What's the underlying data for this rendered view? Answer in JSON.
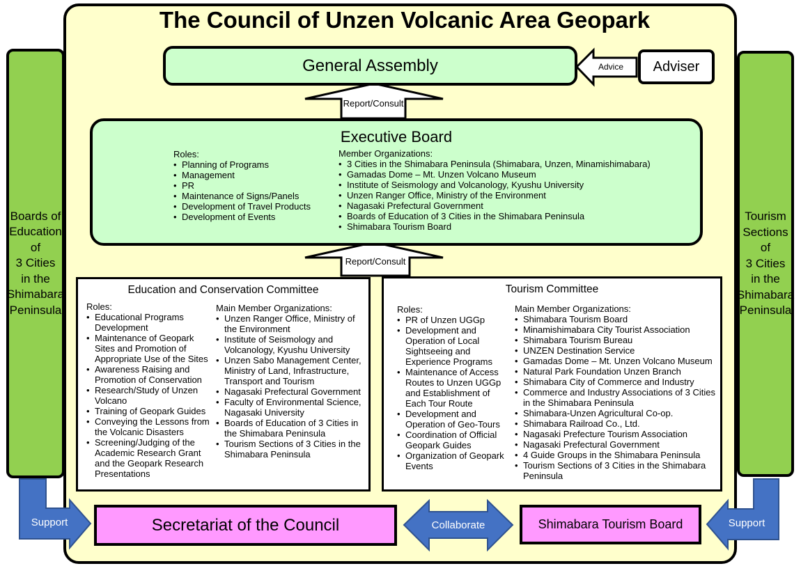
{
  "title": "The Council of Unzen Volcanic Area Geopark",
  "general_assembly": "General Assembly",
  "adviser": "Adviser",
  "advice": "Advice",
  "report_consult_1": "Report/Consult",
  "report_consult_2": "Report/Consult",
  "executive_board": {
    "title": "Executive Board",
    "roles_heading": "Roles:",
    "roles": [
      "Planning of Programs",
      "Management",
      "PR",
      "Maintenance of Signs/Panels",
      "Development of Travel Products",
      "Development of Events"
    ],
    "members_heading": "Member Organizations:",
    "members": [
      "3 Cities in the Shimabara Peninsula (Shimabara, Unzen, Minamishimabara)",
      "Gamadas Dome – Mt. Unzen Volcano Museum",
      "Institute of Seismology and Volcanology, Kyushu University",
      "Unzen Ranger Office, Ministry of the Environment",
      "Nagasaki Prefectural Government",
      "Boards of Education of 3 Cities in the Shimabara Peninsula",
      "Shimabara Tourism Board"
    ]
  },
  "left_side": "Boards of\nEducation\nof\n3 Cities\nin the\nShimabara\nPeninsula",
  "right_side": "Tourism\nSections\nof\n3 Cities\nin the\nShimabara\nPeninsula",
  "education_committee": {
    "title": "Education and Conservation Committee",
    "roles_heading": "Roles:",
    "roles": [
      "Educational Programs Development",
      "Maintenance of Geopark Sites and Promotion of Appropriate Use of the Sites",
      "Awareness Raising and Promotion of Conservation",
      "Research/Study of Unzen Volcano",
      "Training of Geopark Guides",
      "Conveying the Lessons from the Volcanic Disasters",
      "Screening/Judging of the Academic Research Grant and the Geopark Research Presentations"
    ],
    "members_heading": "Main Member Organizations:",
    "members": [
      "Unzen Ranger Office, Ministry of the Environment",
      "Institute of Seismology and Volcanology, Kyushu University",
      "Unzen Sabo Management Center, Ministry of Land, Infrastructure, Transport and Tourism",
      "Nagasaki Prefectural Government",
      "Faculty of Environmental Science, Nagasaki University",
      "Boards of Education of 3 Cities in the Shimabara Peninsula",
      "Tourism Sections of 3 Cities in the Shimabara Peninsula"
    ]
  },
  "tourism_committee": {
    "title": "Tourism Committee",
    "roles_heading": "Roles:",
    "roles": [
      "PR of Unzen UGGp",
      "Development and Operation of Local Sightseeing and Experience Programs",
      "Maintenance of Access Routes to Unzen UGGp and Establishment of Each Tour Route",
      "Development and Operation of Geo-Tours",
      "Coordination of Official Geopark Guides",
      "Organization of Geopark Events"
    ],
    "members_heading": "Main Member Organizations:",
    "members": [
      "Shimabara Tourism Board",
      "Minamishimabara City Tourist Association",
      "Shimabara Tourism Bureau",
      "UNZEN Destination Service",
      "Gamadas Dome – Mt. Unzen Volcano Museum",
      "Natural Park Foundation Unzen Branch",
      "Shimabara City of Commerce and Industry",
      "Commerce and Industry Associations of 3 Cities in the Shimabara Peninsula",
      "Shimabara-Unzen Agricultural Co-op.",
      "Shimabara Railroad Co., Ltd.",
      "Nagasaki Prefecture Tourism Association",
      "Nagasaki Prefectural Government",
      "4 Guide Groups in the Shimabara Peninsula",
      "Tourism Sections of 3 Cities in the Shimabara Peninsula"
    ]
  },
  "secretariat": "Secretariat of the Council",
  "shimabara_tourism_board": "Shimabara Tourism Board",
  "collaborate": "Collaborate",
  "support_left": "Support",
  "support_right": "Support"
}
